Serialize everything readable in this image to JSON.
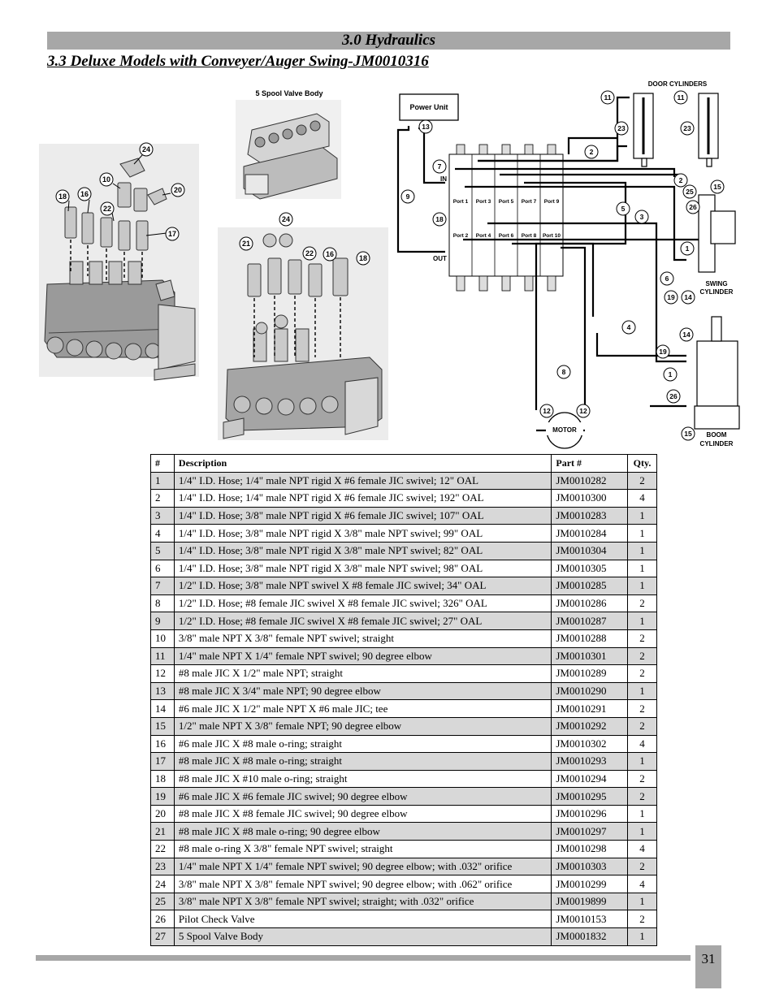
{
  "header": {
    "section_title": "3.0 Hydraulics",
    "subsection_title": "3.3 Deluxe Models with Conveyer/Auger Swing-JM0010316"
  },
  "diagram": {
    "valve_body_label": "5 Spool Valve Body",
    "power_unit_label": "Power Unit",
    "in_label": "IN",
    "out_label": "OUT",
    "door_cylinders_label": "DOOR CYLINDERS",
    "swing_cylinder_label_1": "SWING",
    "swing_cylinder_label_2": "CYLINDER",
    "boom_cylinder_label_1": "BOOM",
    "boom_cylinder_label_2": "CYLINDER",
    "motor_label": "MOTOR",
    "ports_top": [
      "Port 1",
      "Port 3",
      "Port 5",
      "Port 7",
      "Port 9"
    ],
    "ports_bottom": [
      "Port 2",
      "Port 4",
      "Port 6",
      "Port 8",
      "Port 10"
    ],
    "callouts_left": [
      "24",
      "10",
      "18",
      "16",
      "20",
      "22",
      "17"
    ],
    "callouts_middle": [
      "24",
      "21",
      "22",
      "16",
      "18"
    ],
    "callouts_schematic": [
      "13",
      "7",
      "9",
      "18",
      "11",
      "11",
      "23",
      "23",
      "2",
      "2",
      "25",
      "15",
      "26",
      "5",
      "3",
      "1",
      "6",
      "19",
      "14",
      "4",
      "14",
      "19",
      "1",
      "26",
      "8",
      "12",
      "12",
      "15"
    ]
  },
  "parts_table": {
    "headers": {
      "num": "#",
      "description": "Description",
      "part": "Part #",
      "qty": "Qty."
    },
    "rows": [
      {
        "num": "1",
        "description": "1/4\" I.D. Hose; 1/4\" male NPT rigid X #6 female JIC swivel; 12\" OAL",
        "part": "JM0010282",
        "qty": "2"
      },
      {
        "num": "2",
        "description": "1/4\" I.D. Hose; 1/4\" male NPT rigid X #6 female JIC swivel; 192\" OAL",
        "part": "JM0010300",
        "qty": "4"
      },
      {
        "num": "3",
        "description": "1/4\" I.D. Hose; 3/8\" male NPT rigid X #6 female JIC swivel; 107\" OAL",
        "part": "JM0010283",
        "qty": "1"
      },
      {
        "num": "4",
        "description": "1/4\" I.D. Hose; 3/8\" male NPT rigid X 3/8\" male NPT swivel; 99\" OAL",
        "part": "JM0010284",
        "qty": "1"
      },
      {
        "num": "5",
        "description": "1/4\" I.D. Hose; 3/8\" male NPT rigid X 3/8\" male NPT swivel; 82\" OAL",
        "part": "JM0010304",
        "qty": "1"
      },
      {
        "num": "6",
        "description": "1/4\" I.D. Hose; 3/8\" male NPT rigid X 3/8\" male NPT swivel; 98\" OAL",
        "part": "JM0010305",
        "qty": "1"
      },
      {
        "num": "7",
        "description": "1/2\" I.D. Hose; 3/8\" male NPT swivel X #8 female JIC swivel; 34\" OAL",
        "part": "JM0010285",
        "qty": "1"
      },
      {
        "num": "8",
        "description": "1/2\" I.D. Hose; #8 female JIC swivel X #8 female JIC swivel; 326\" OAL",
        "part": "JM0010286",
        "qty": "2"
      },
      {
        "num": "9",
        "description": "1/2\" I.D. Hose; #8 female JIC swivel X #8 female JIC swivel; 27\" OAL",
        "part": "JM0010287",
        "qty": "1"
      },
      {
        "num": "10",
        "description": "3/8\" male NPT X 3/8\" female NPT swivel; straight",
        "part": "JM0010288",
        "qty": "2"
      },
      {
        "num": "11",
        "description": "1/4\" male NPT X 1/4\" female NPT swivel; 90 degree elbow",
        "part": "JM0010301",
        "qty": "2"
      },
      {
        "num": "12",
        "description": "#8 male JIC X 1/2\" male NPT; straight",
        "part": "JM0010289",
        "qty": "2"
      },
      {
        "num": "13",
        "description": "#8 male JIC X 3/4\" male NPT; 90 degree elbow",
        "part": "JM0010290",
        "qty": "1"
      },
      {
        "num": "14",
        "description": "#6 male JIC X 1/2\" male NPT X #6 male JIC; tee",
        "part": "JM0010291",
        "qty": "2"
      },
      {
        "num": "15",
        "description": "1/2\" male NPT X 3/8\" female NPT; 90 degree elbow",
        "part": "JM0010292",
        "qty": "2"
      },
      {
        "num": "16",
        "description": "#6 male JIC X #8 male o-ring; straight",
        "part": "JM0010302",
        "qty": "4"
      },
      {
        "num": "17",
        "description": "#8 male JIC X #8 male o-ring; straight",
        "part": "JM0010293",
        "qty": "1"
      },
      {
        "num": "18",
        "description": "#8 male JIC X #10 male o-ring; straight",
        "part": "JM0010294",
        "qty": "2"
      },
      {
        "num": "19",
        "description": "#6 male JIC X #6 female JIC swivel; 90 degree elbow",
        "part": "JM0010295",
        "qty": "2"
      },
      {
        "num": "20",
        "description": "#8 male JIC X #8 female JIC swivel; 90 degree elbow",
        "part": "JM0010296",
        "qty": "1"
      },
      {
        "num": "21",
        "description": "#8 male JIC X #8 male o-ring; 90 degree elbow",
        "part": "JM0010297",
        "qty": "1"
      },
      {
        "num": "22",
        "description": "#8 male o-ring X 3/8\" female NPT swivel; straight",
        "part": "JM0010298",
        "qty": "4"
      },
      {
        "num": "23",
        "description": "1/4\" male NPT X 1/4\" female NPT swivel; 90 degree elbow; with .032\" orifice",
        "part": "JM0010303",
        "qty": "2"
      },
      {
        "num": "24",
        "description": "3/8\" male NPT X 3/8\" female NPT swivel; 90 degree elbow; with .062\" orifice",
        "part": "JM0010299",
        "qty": "4"
      },
      {
        "num": "25",
        "description": "3/8\" male NPT X 3/8\" female NPT swivel; straight; with .032\" orifice",
        "part": "JM0019899",
        "qty": "1"
      },
      {
        "num": "26",
        "description": "Pilot Check Valve",
        "part": "JM0010153",
        "qty": "2"
      },
      {
        "num": "27",
        "description": "5 Spool Valve Body",
        "part": "JM0001832",
        "qty": "1"
      }
    ]
  },
  "footer": {
    "page_number": "31"
  },
  "colors": {
    "band": "#a7a7a7",
    "row_shade": "#d8d8d8"
  }
}
